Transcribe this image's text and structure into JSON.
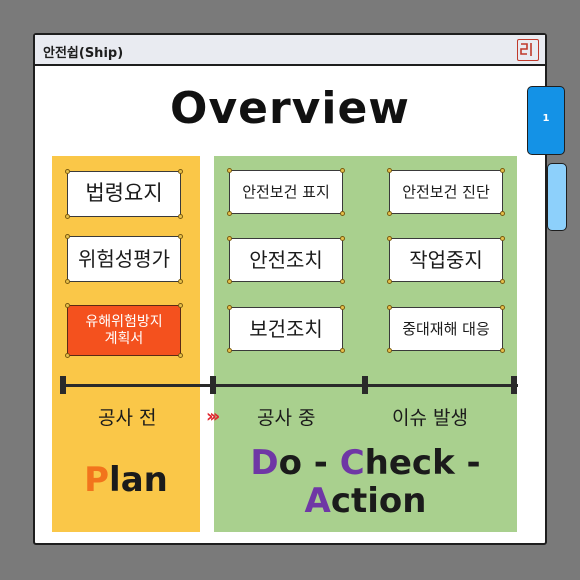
{
  "window": {
    "title": "안전쉽(Ship)"
  },
  "heading": "Overview",
  "plan_cards": [
    {
      "label": "법령요지"
    },
    {
      "label": "위험성평가"
    },
    {
      "label": "유해위험방지\n계획서"
    }
  ],
  "dca_cards": [
    {
      "label": "안전보건 표지"
    },
    {
      "label": "안전보건 진단"
    },
    {
      "label": "안전조치"
    },
    {
      "label": "작업중지"
    },
    {
      "label": "보건조치"
    },
    {
      "label": "중대재해 대응"
    }
  ],
  "stages": {
    "before": "공사 전",
    "during": "공사 중",
    "issue": "이슈 발생"
  },
  "arrow_glyph": "›››",
  "plan_label": {
    "p": "P",
    "rest": "lan"
  },
  "dca_label": {
    "d": "D",
    "o": "o - ",
    "c": "C",
    "heck": "heck -",
    "a": "A",
    "ction": "ction"
  },
  "tabs": [
    {
      "label": "1"
    },
    {
      "label": ""
    }
  ],
  "colors": {
    "plan_bg": "#fac748",
    "dca_bg": "#a9d08e",
    "highlight_card": "#f4511e",
    "accent_orange": "#f2741c",
    "accent_purple": "#6f37a5",
    "tab_active": "#1492e6",
    "tab_inactive": "#8dd0fb"
  },
  "icons": {
    "logo": "seal-logo-icon"
  }
}
